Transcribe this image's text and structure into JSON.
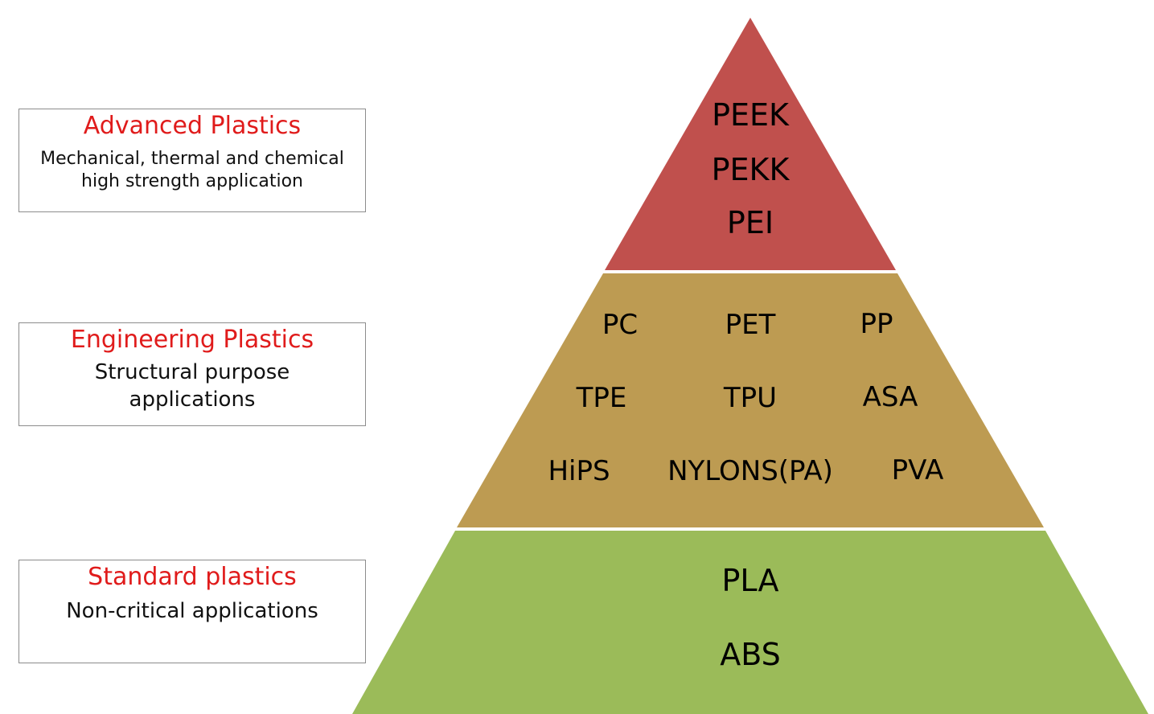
{
  "levels": [
    {
      "title": "Advanced Plastics",
      "description": "Mechanical, thermal and chemical high strength application",
      "description_lines": [
        "Mechanical, thermal and chemical",
        "high strength application"
      ],
      "color": "#c0504d",
      "materials": [
        "PEEK",
        "PEKK",
        "PEI"
      ]
    },
    {
      "title": "Engineering Plastics",
      "description": "Structural purpose applications",
      "description_lines": [
        "Structural purpose",
        "applications"
      ],
      "color": "#bd9b52",
      "materials": [
        "PC",
        "PET",
        "PP",
        "TPE",
        "TPU",
        "ASA",
        "HiPS",
        "NYLONS(PA)",
        "PVA"
      ]
    },
    {
      "title": "Standard plastics",
      "description": "Non-critical applications",
      "description_lines": [
        "Non-critical applications"
      ],
      "color": "#9bbb59",
      "materials": [
        "PLA",
        "ABS"
      ]
    }
  ],
  "colors": {
    "title_text": "#e01b1b",
    "box_border": "#8c8c8c"
  }
}
